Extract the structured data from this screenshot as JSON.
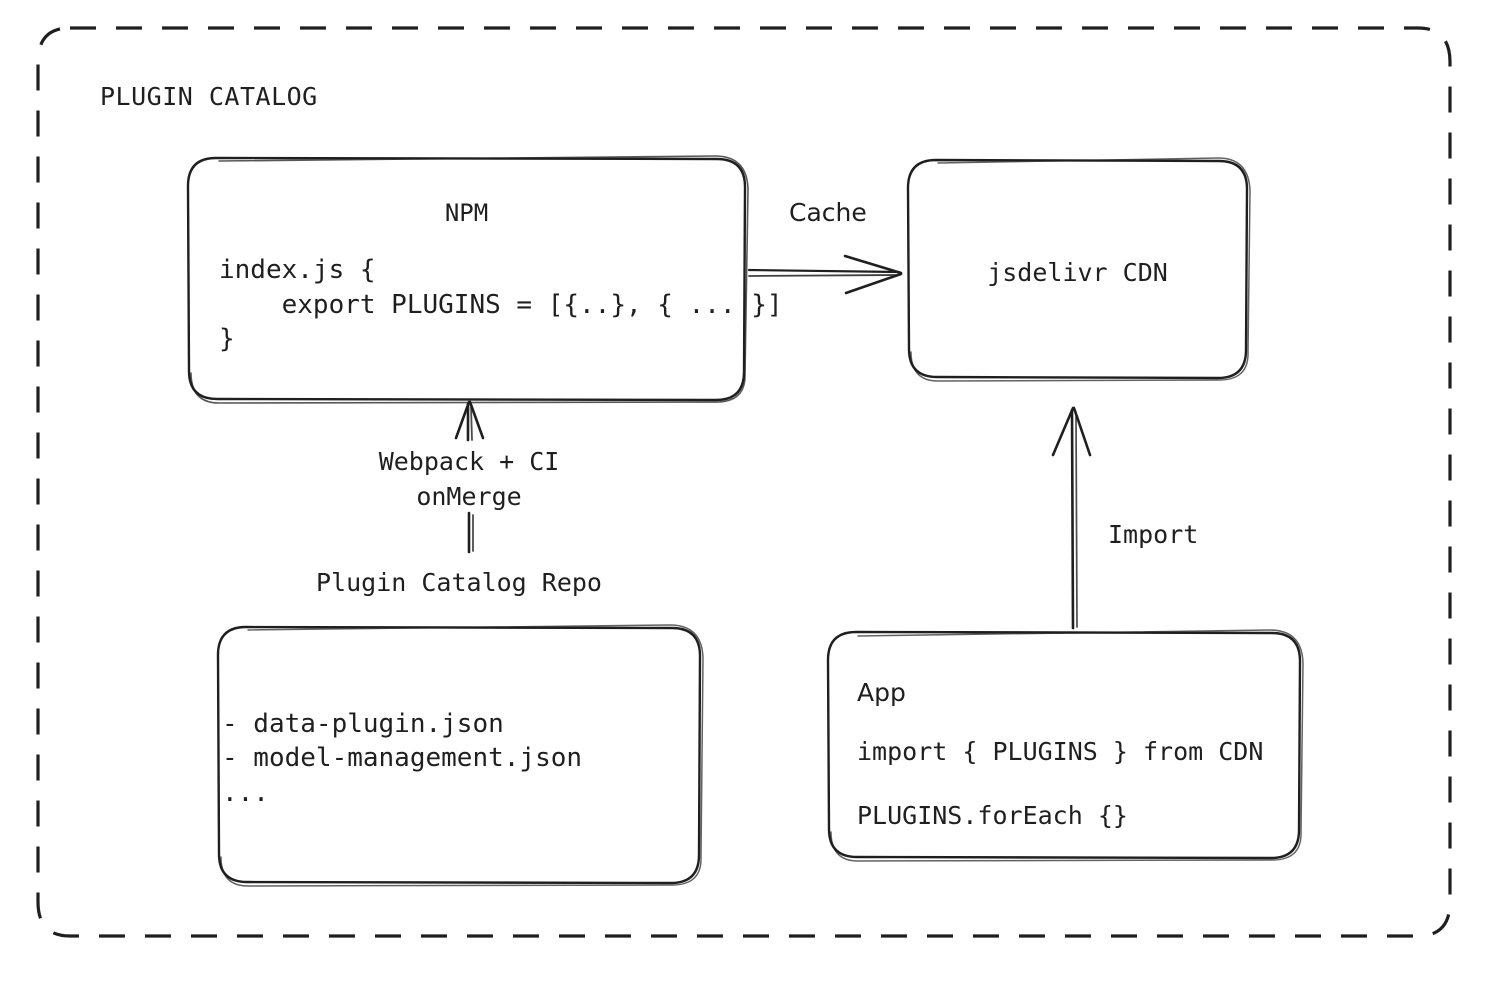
{
  "diagram": {
    "title": "PLUGIN CATALOG",
    "background": "#ffffff",
    "stroke": "#1f1f1f",
    "boxes": {
      "npm": {
        "title": "NPM",
        "code": "index.js {\n    export PLUGINS = [{..}, { ... }]\n}"
      },
      "cdn": {
        "title": "jsdelivr CDN"
      },
      "repo": {
        "label": "Plugin Catalog Repo",
        "items": "- data-plugin.json\n- model-management.json\n..."
      },
      "app": {
        "title": "App",
        "code_line1": "import { PLUGINS } from CDN",
        "code_line2": "PLUGINS.forEach {}"
      }
    },
    "arrows": {
      "cache": "Cache",
      "build": "Webpack + CI\nonMerge",
      "import": "Import"
    }
  }
}
